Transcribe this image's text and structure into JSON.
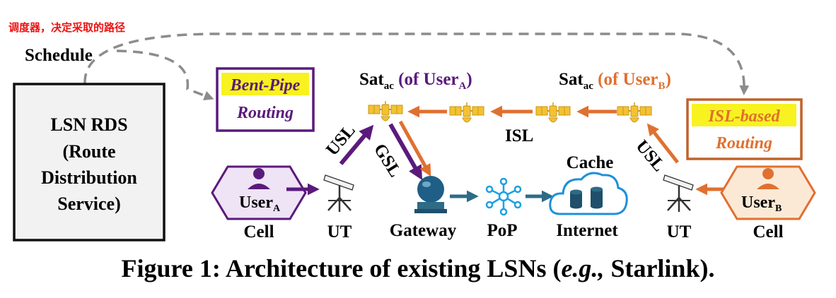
{
  "annotation": "调度器，决定采取的路径",
  "schedule_label": "Schedule",
  "rds_box": {
    "line1": "LSN RDS",
    "line2": "(Route",
    "line3": "Distribution",
    "line4": "Service)"
  },
  "bent_pipe": {
    "line1": "Bent-Pipe",
    "line2": "Routing"
  },
  "isl_based": {
    "line1": "ISL-based",
    "line2": "Routing"
  },
  "sat_a": {
    "prefix": "Sat",
    "sub": "ac",
    "mid": " (of User",
    "user_sub": "A",
    "suffix": ")"
  },
  "sat_b": {
    "prefix": "Sat",
    "sub": "ac",
    "mid": " (of User",
    "user_sub": "B",
    "suffix": ")"
  },
  "links": {
    "usl_left": "USL",
    "gsl": "GSL",
    "isl": "ISL",
    "usl_right": "USL"
  },
  "user_a": {
    "name": "User",
    "sub": "A"
  },
  "user_b": {
    "name": "User",
    "sub": "B"
  },
  "nodes": {
    "cell_left": "Cell",
    "ut_left": "UT",
    "gateway": "Gateway",
    "pop": "PoP",
    "internet": "Internet",
    "cache": "Cache",
    "ut_right": "UT",
    "cell_right": "Cell"
  },
  "caption": {
    "pre": "Figure 1: Architecture of existing LSNs (",
    "eg": "e.g.,",
    "post": " Starlink)."
  },
  "colors": {
    "purple": "#5a1a7c",
    "orange": "#e07030",
    "teal": "#2e6b86",
    "dashed": "#8c8c8c",
    "highlight": "#f8f220",
    "annotation_red": "#ee1111"
  }
}
